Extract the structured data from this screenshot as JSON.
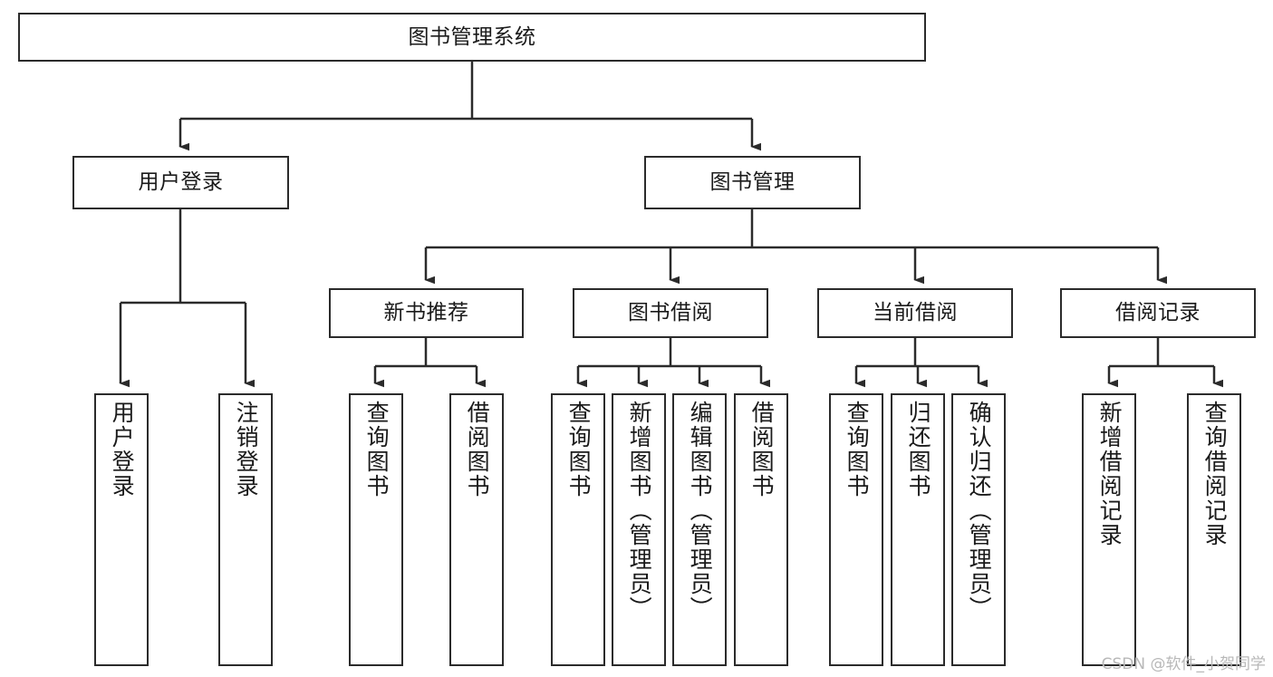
{
  "diagram": {
    "type": "tree-hierarchy",
    "title": "图书管理系统",
    "watermark": "CSDN @软件_小贺同学",
    "colors": {
      "stroke": "#2b2b2b",
      "fill": "#ffffff",
      "text": "#1a1a1a",
      "watermark": "#b8b8b8"
    },
    "nodes": {
      "root": {
        "label": "图书管理系统",
        "orientation": "horizontal"
      },
      "level1": [
        {
          "label": "用户登录",
          "orientation": "horizontal"
        },
        {
          "label": "图书管理",
          "orientation": "horizontal"
        }
      ],
      "level2": [
        {
          "label": "新书推荐",
          "orientation": "horizontal"
        },
        {
          "label": "图书借阅",
          "orientation": "horizontal"
        },
        {
          "label": "当前借阅",
          "orientation": "horizontal"
        },
        {
          "label": "借阅记录",
          "orientation": "horizontal"
        }
      ],
      "leaves": {
        "user_login": [
          {
            "label": "用户登录",
            "orientation": "vertical"
          },
          {
            "label": "注销登录",
            "orientation": "vertical"
          }
        ],
        "new_book_recommend": [
          {
            "label": "查询图书",
            "orientation": "vertical"
          },
          {
            "label": "借阅图书",
            "orientation": "vertical"
          }
        ],
        "book_borrow": [
          {
            "label": "查询图书",
            "orientation": "vertical"
          },
          {
            "label": "新增图书（管理员）",
            "orientation": "vertical"
          },
          {
            "label": "编辑图书（管理员）",
            "orientation": "vertical"
          },
          {
            "label": "借阅图书",
            "orientation": "vertical"
          }
        ],
        "current_borrow": [
          {
            "label": "查询图书",
            "orientation": "vertical"
          },
          {
            "label": "归还图书",
            "orientation": "vertical"
          },
          {
            "label": "确认归还（管理员）",
            "orientation": "vertical"
          }
        ],
        "borrow_record": [
          {
            "label": "新增借阅记录",
            "orientation": "vertical"
          },
          {
            "label": "查询借阅记录",
            "orientation": "vertical"
          }
        ]
      }
    }
  }
}
